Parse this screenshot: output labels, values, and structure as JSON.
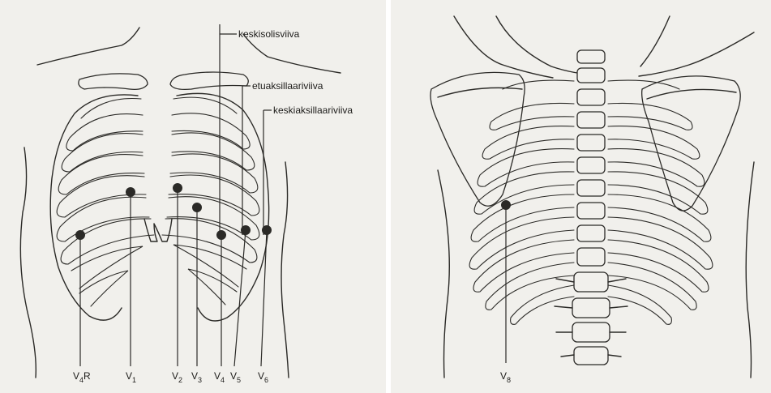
{
  "line_labels": {
    "midclavicular": "keskisolisviiva",
    "anterior_axillary": "etuaksillaariviiva",
    "mid_axillary": "keskiaksillaariviiva"
  },
  "electrodes": {
    "v4r": {
      "base": "V",
      "sub": "4",
      "suffix": "R"
    },
    "v1": {
      "base": "V",
      "sub": "1"
    },
    "v2": {
      "base": "V",
      "sub": "2"
    },
    "v3": {
      "base": "V",
      "sub": "3"
    },
    "v4": {
      "base": "V",
      "sub": "4"
    },
    "v5": {
      "base": "V",
      "sub": "5"
    },
    "v6": {
      "base": "V",
      "sub": "6"
    },
    "v8": {
      "base": "V",
      "sub": "8"
    }
  }
}
